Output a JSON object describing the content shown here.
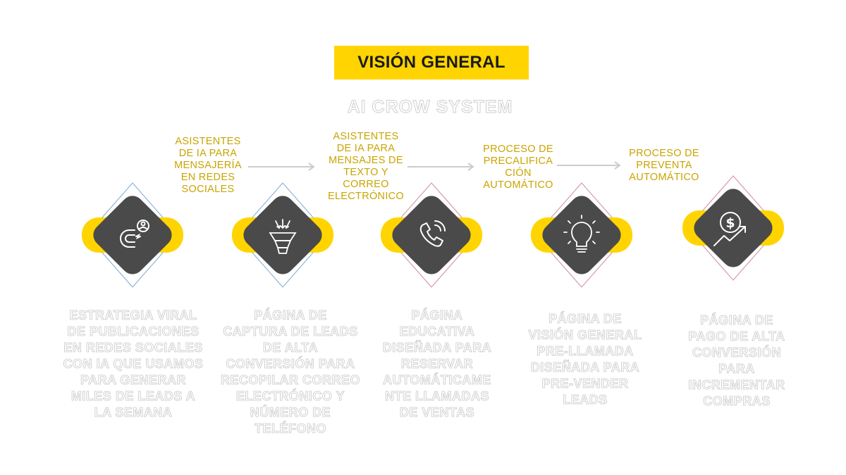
{
  "title": "VISIÓN GENERAL",
  "subtitle": "AI CROW SYSTEM",
  "colors": {
    "accent": "#ffd400",
    "dark": "#4a4a4a",
    "label": "#c9a400"
  },
  "steps": [
    {
      "label": "ASISTENTES\nDE IA PARA\nMENSAJERÍA\nEN REDES\nSOCIALES"
    },
    {
      "label": "ASISTENTES\nDE IA PARA\nMENSAJES DE\nTEXTO Y\nCORREO\nELECTRÓNICO"
    },
    {
      "label": "PROCESO DE\nPRECALIFICA\nCIÓN\nAUTOMÁTICO"
    },
    {
      "label": "PROCESO DE\nPREVENTA\nAUTOMÁTICO"
    }
  ],
  "stages": [
    {
      "icon": "magnet-icon",
      "description": "ESTRATEGIA VIRAL\nDE PUBLICACIONES\nEN REDES SOCIALES\nCON IA QUE USAMOS\nPARA GENERAR\nMILES DE LEADS A\nLA SEMANA"
    },
    {
      "icon": "funnel-icon",
      "description": "PÁGINA DE\nCAPTURA DE LEADS\nDE ALTA\nCONVERSIÓN PARA\nRECOPILAR CORREO\nELECTRÓNICO Y\nNÚMERO DE\nTELÉFONO"
    },
    {
      "icon": "phone-icon",
      "description": "PÁGINA\nEDUCATIVA\nDISEÑADA PARA\nRESERVAR\nAUTOMÁTICAME\nNTE LLAMADAS\nDE VENTAS"
    },
    {
      "icon": "lightbulb-icon",
      "description": "PÁGINA DE\nVISIÓN GENERAL\nPRE-LLAMADA\nDISEÑADA PARA\nPRE-VENDER\nLEADS"
    },
    {
      "icon": "money-growth-icon",
      "description": "PÁGINA DE\nPAGO DE ALTA\nCONVERSIÓN\nPARA\nINCREMENTAR\nCOMPRAS"
    }
  ]
}
